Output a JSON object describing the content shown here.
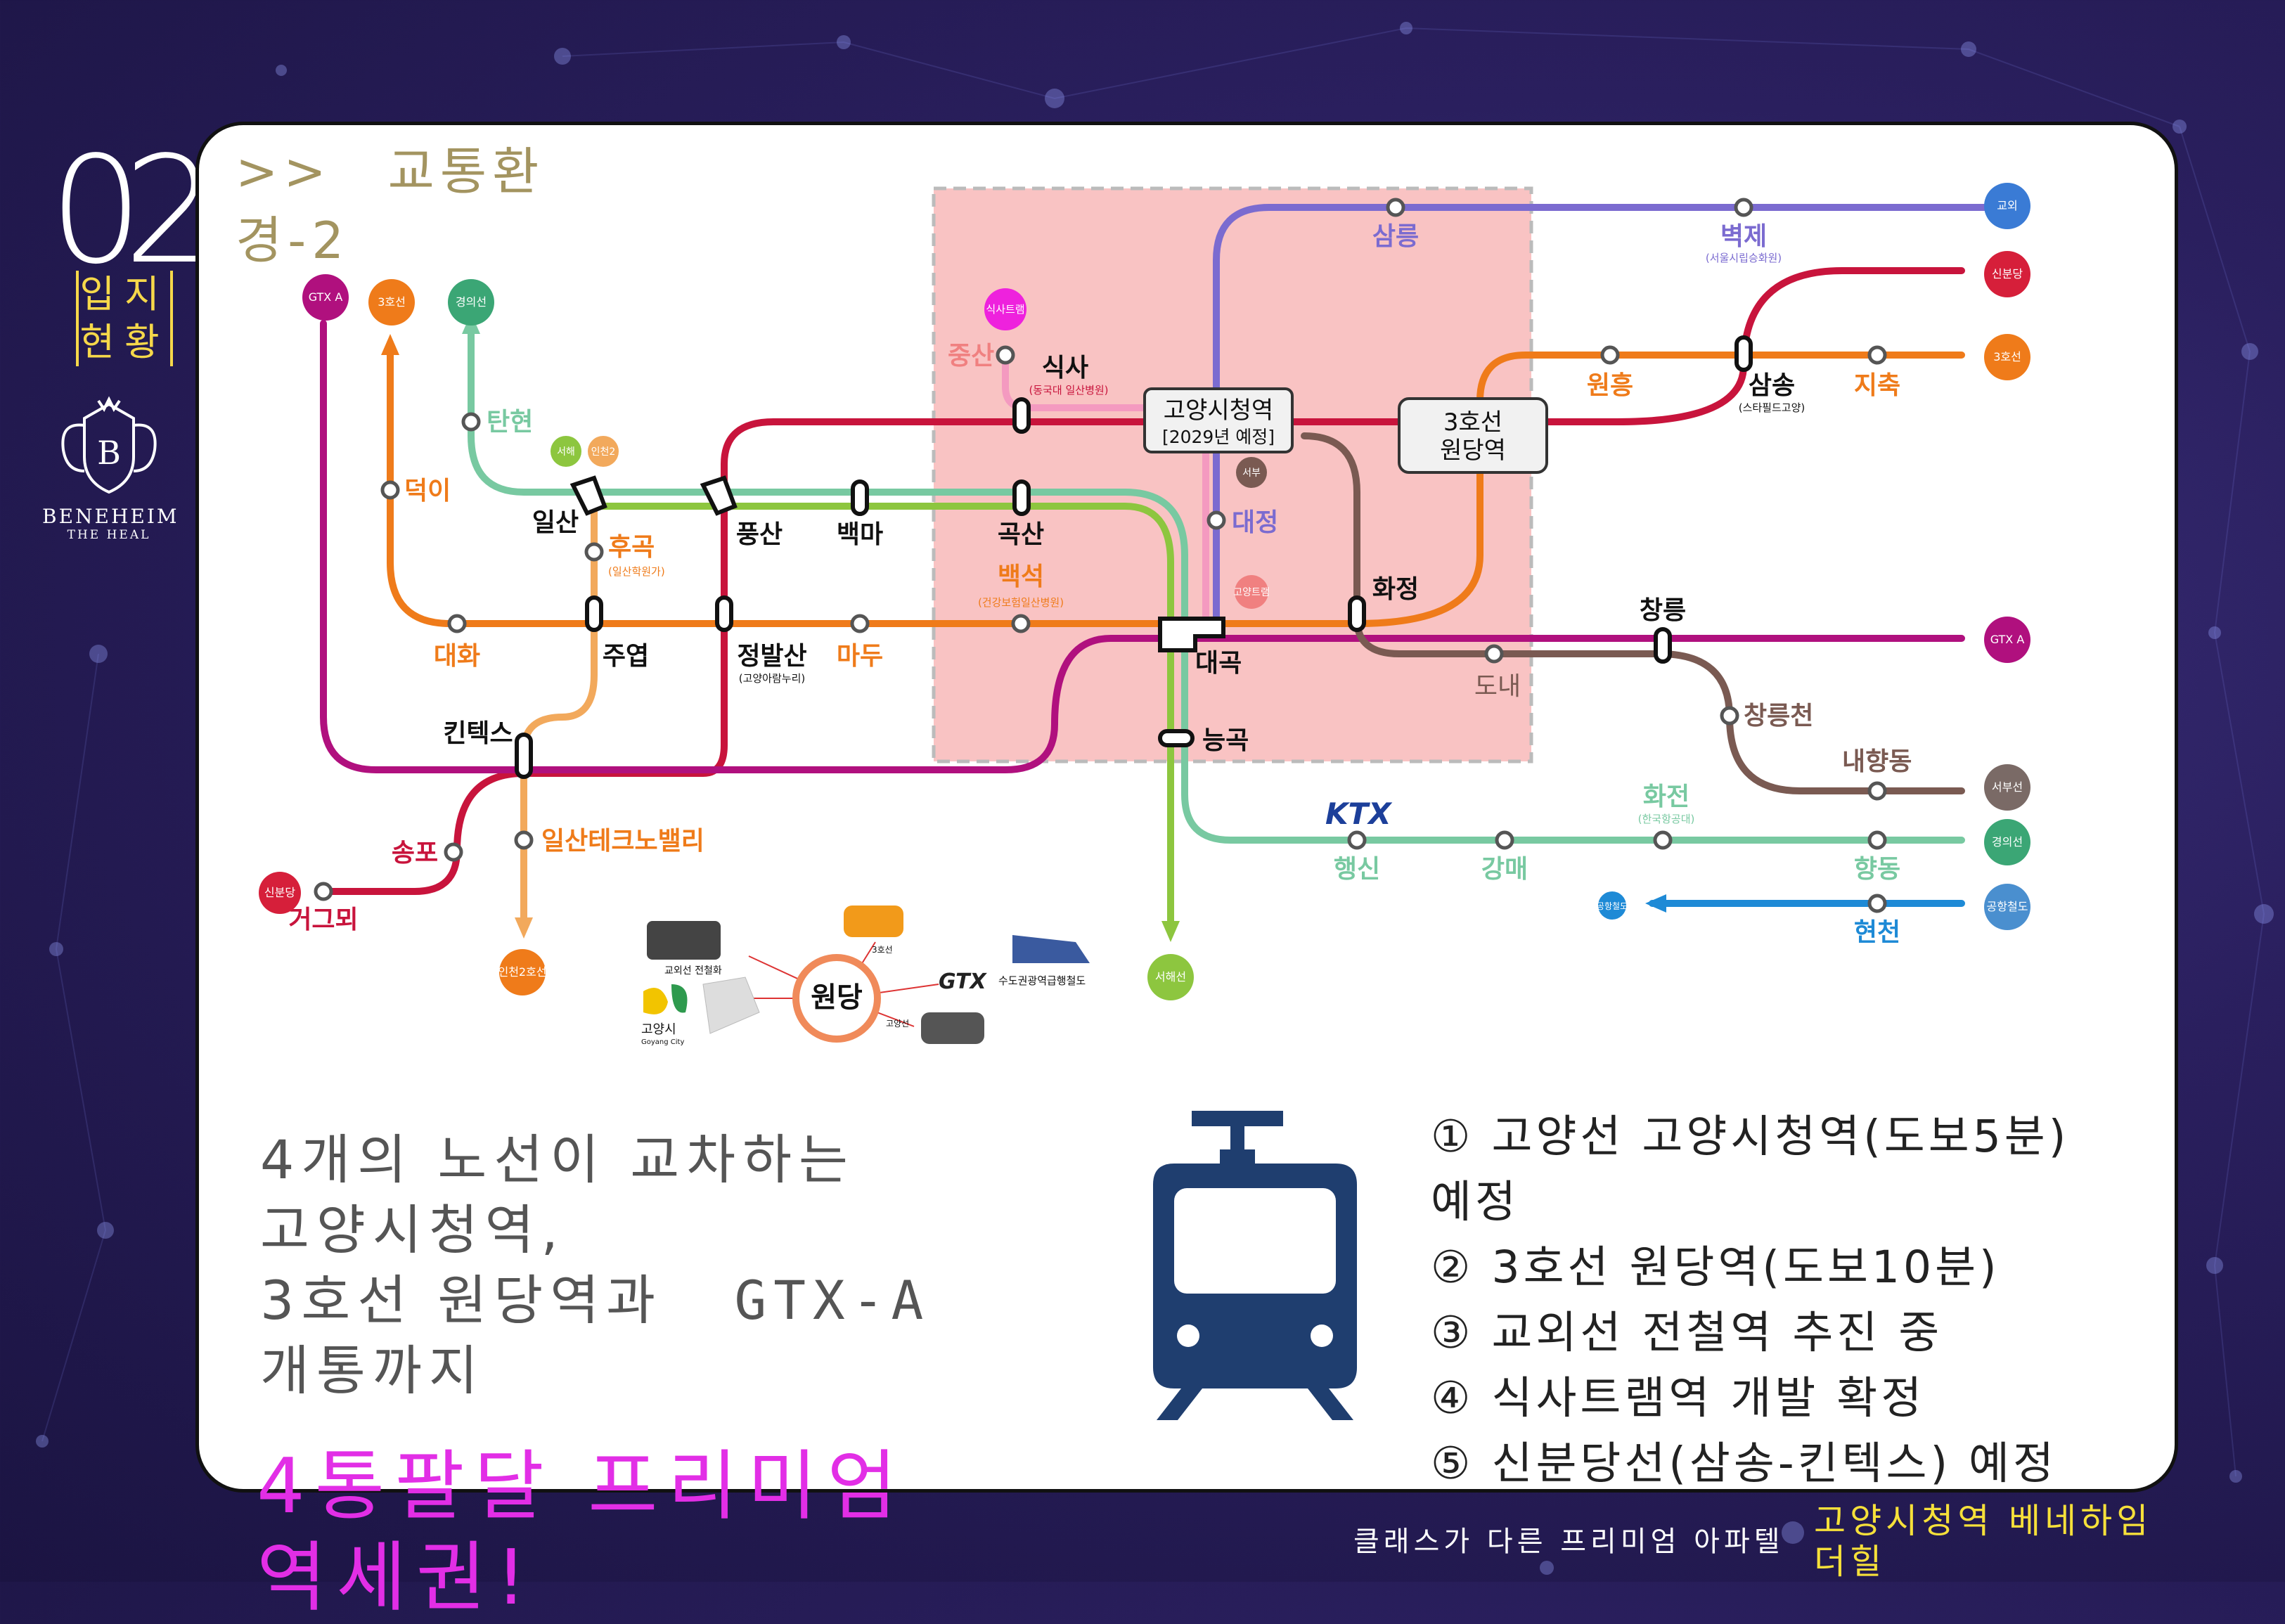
{
  "sidebar": {
    "number": "02",
    "label_line1": "입지",
    "label_line2": "현황"
  },
  "brand": {
    "crest_letter": "B",
    "name": "BENEHEIM",
    "sub": "THE HEAL"
  },
  "card": {
    "title": ">>　교통환경-2"
  },
  "map": {
    "stations": {
      "samneung": "삼릉",
      "byeokje": "벽제",
      "byeokje_sub": "(서울시립승화원)",
      "jeungsan": "중산",
      "siksa": "식사",
      "siksa_sub": "(동국대 일산병원)",
      "goyang_cityhall": "고양시청역",
      "goyang_cityhall_sub": "[2029년 예정]",
      "wondang_line3": "3호선",
      "wondang_name": "원당역",
      "wonheung": "원흥",
      "samsong": "삼송",
      "samsong_sub": "(스타필드고양)",
      "jichuk": "지축",
      "tanhyeon": "탄현",
      "deogi": "덕이",
      "ilsan": "일산",
      "pungsan": "풍산",
      "baengma": "백마",
      "goksan": "곡산",
      "daejeong": "대정",
      "hugok": "후곡",
      "hugok_sub": "(일산학원가)",
      "baekseok": "백석",
      "baekseok_sub": "(건강보험일산병원)",
      "hwajeong": "화정",
      "changneung": "창릉",
      "daehwa": "대화",
      "juyeop": "주엽",
      "jeongbalsan": "정발산",
      "jeongbalsan_sub": "(고양아람누리)",
      "madu": "마두",
      "daegok": "대곡",
      "done": "도내",
      "changneungcheon": "창릉천",
      "naehyangdong": "내향동",
      "kintex": "킨텍스",
      "neunggok": "능곡",
      "hwajeon": "화전",
      "hwajeon_sub": "(한국항공대)",
      "haengsin": "행신",
      "gangmae": "강매",
      "hyangdong": "향동",
      "hyeoncheon": "현천",
      "songpo": "송포",
      "geogeumoe": "거그뫼",
      "ilsan_techno": "일산테크노밸리"
    },
    "badges": {
      "gtxa": "GTX A",
      "line3": "3호선",
      "gyeongui": "경의선",
      "seohae": "서해",
      "incheon2": "인천2",
      "siksa_tram": "식사트램",
      "seobu": "서부",
      "goyang_tram": "고양트램",
      "gyooe": "교외",
      "sinbundang": "신분당",
      "line3_right": "3호선",
      "gtxa_right": "GTX A",
      "seobu_right": "서부선",
      "gyeongui_right": "경의선",
      "airport": "공항철도",
      "incheon2_bottom": "인천2호선",
      "seohae_bottom": "서해선",
      "sinbundang_left": "신분당",
      "airport_left": "공항철도",
      "ktx": "KTX"
    },
    "colors": {
      "gtx": "#b0107e",
      "line3": "#ef7b1a",
      "gyeongui": "#78c9a1",
      "seohae": "#8dc63f",
      "sinbundang": "#c8143c",
      "goyang_line": "#7b6bd0",
      "seobu": "#7a5a52",
      "airport": "#1e8ad6",
      "gyooe": "#3a7bd5",
      "highlight": "#f9c3c3"
    },
    "inset": {
      "center": "원당",
      "gyooe_label": "교외선 전철화",
      "city": "고양시",
      "city_en": "Goyang City",
      "line3_label": "3호선",
      "gtx_logo": "GTX",
      "gtx_label": "수도권광역급행철도",
      "goyang_label": "고양선"
    }
  },
  "headline": {
    "line1": "4개의 노선이 교차하는",
    "line2": "고양시청역,",
    "line3": " 3호선 원당역과",
    "line3_gtx": "GTX-A",
    "line4": "개통까지"
  },
  "promo": {
    "line1": "4통팔달 프리미엄",
    "line2": "역세권!"
  },
  "tram_icon": "tram-icon",
  "features": [
    "① 고양선 고양시청역(도보5분)",
    "예정",
    "② 3호선 원당역(도보10분)",
    "③ 교외선 전철역 추진 중",
    "④ 식사트램역 개발 확정",
    "⑤ 신분당선(삼송-킨텍스) 예정"
  ],
  "footer": {
    "tagline": "클래스가 다른 프리미엄 아파텔",
    "name": "고양시청역 베네하임 더힐"
  }
}
